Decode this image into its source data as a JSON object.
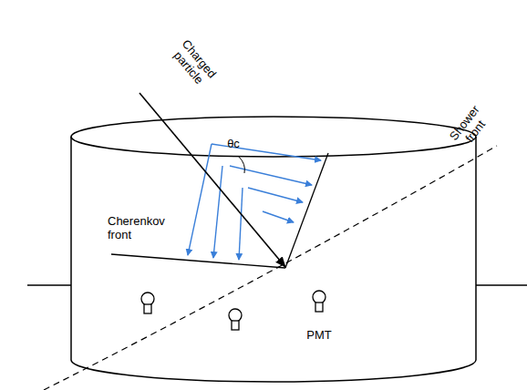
{
  "diagram": {
    "labels": [
      "Charged particle",
      "θc",
      "Shower front",
      "Cherenkov front",
      "PMT"
    ]
  }
}
